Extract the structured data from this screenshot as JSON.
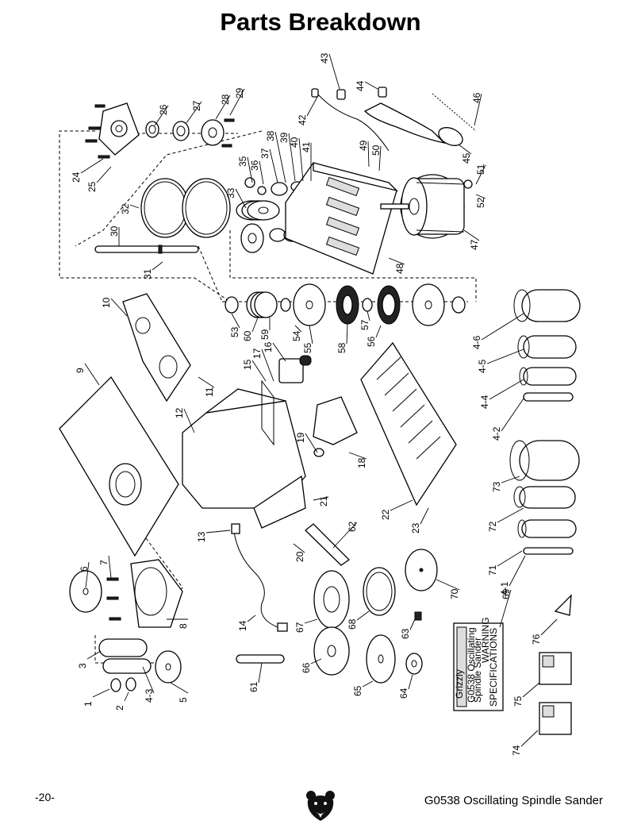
{
  "page": {
    "title": "Parts Breakdown",
    "page_number": "-20-",
    "model_title": "G0538 Oscillating Spindle Sander"
  },
  "labels": [
    "1",
    "2",
    "3",
    "4-1",
    "4-2",
    "4-3",
    "4-4",
    "4-5",
    "4-6",
    "5",
    "6",
    "7",
    "8",
    "9",
    "10",
    "11",
    "12",
    "13",
    "14",
    "15",
    "16",
    "17",
    "18",
    "19",
    "20",
    "21",
    "22",
    "23",
    "24",
    "25",
    "26",
    "27",
    "28",
    "29",
    "30",
    "31",
    "32",
    "33",
    "35",
    "36",
    "37",
    "38",
    "39",
    "40",
    "41",
    "42",
    "43",
    "44",
    "45",
    "46",
    "47",
    "48",
    "49",
    "50",
    "51",
    "52",
    "53",
    "54",
    "55",
    "56",
    "57",
    "58",
    "59",
    "60",
    "61",
    "62",
    "63",
    "64",
    "65",
    "66",
    "67",
    "68",
    "69",
    "70",
    "71",
    "72",
    "73",
    "74",
    "75",
    "76"
  ],
  "decal": {
    "brand": "Grizzly",
    "model": "G0538 Oscillating",
    "model_sub": "Spindle Sander",
    "warning": "WARNING",
    "spec_heading": "SPECIFICATIONS"
  },
  "icons": {
    "logo": "bear-head-icon"
  }
}
